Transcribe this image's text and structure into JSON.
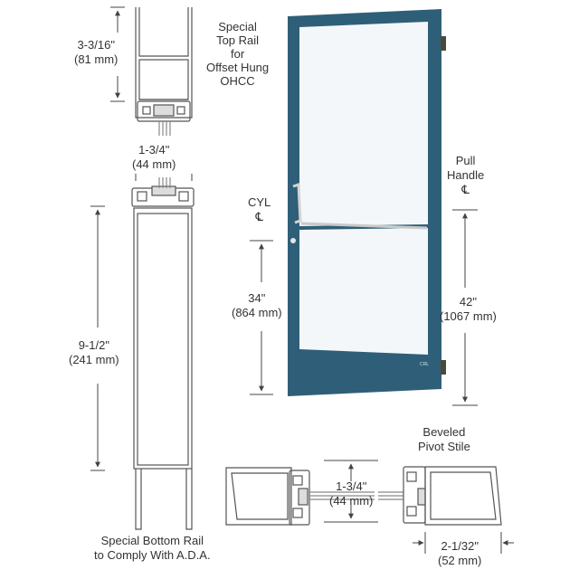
{
  "top_rail": {
    "title_lines": [
      "Special",
      "Top Rail",
      "for",
      "Offset Hung",
      "OHCC"
    ],
    "height_in": "3-3/16\"",
    "height_mm": "(81 mm)"
  },
  "stile_depth": {
    "in": "1-3/4\"",
    "mm": "(44 mm)"
  },
  "bottom_rail": {
    "height_in": "9-1/2\"",
    "height_mm": "(241 mm)",
    "caption_lines": [
      "Special Bottom Rail",
      "to Comply With A.D.A."
    ]
  },
  "cylinder": {
    "label": "CYL",
    "centerline": "℄",
    "height_in": "34\"",
    "height_mm": "(864 mm)"
  },
  "pull_handle": {
    "label_lines": [
      "Pull",
      "Handle"
    ],
    "centerline": "℄",
    "height_in": "42\"",
    "height_mm": "(1067 mm)"
  },
  "pivot_stile": {
    "title_lines": [
      "Beveled",
      "Pivot Stile"
    ],
    "depth_in": "1-3/4\"",
    "depth_mm": "(44 mm)",
    "width_in": "2-1/32\"",
    "width_mm": "(52 mm)"
  },
  "door_badge": "CRL",
  "colors": {
    "door_frame": "#2f5f78",
    "glass": "#f4f7fa",
    "line": "#555555",
    "hinge": "#4a4a3a"
  }
}
